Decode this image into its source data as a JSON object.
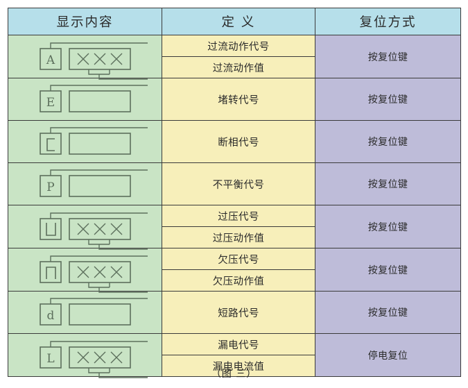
{
  "figure": {
    "caption": "（图 三）"
  },
  "table": {
    "columns": [
      {
        "key": "display",
        "label": "显示内容"
      },
      {
        "key": "definition",
        "label": "定 义"
      },
      {
        "key": "reset",
        "label": "复位方式"
      }
    ],
    "colors": {
      "header_bg": "#b6dfea",
      "display_bg": "#c9e4c5",
      "definition_bg": "#f7efba",
      "reset_bg": "#bebcd9",
      "border": "#3a3a3a",
      "glyph_stroke": "#5c6f5c",
      "text": "#2b2b2b"
    },
    "rows": [
      {
        "glyph": {
          "code": "A",
          "value": "×××",
          "has_value": true,
          "name": "lcd-glyph-overcurrent"
        },
        "definitions": [
          "过流动作代号",
          "过流动作值"
        ],
        "reset": "按复位键"
      },
      {
        "glyph": {
          "code": "E",
          "value": "",
          "has_value": false,
          "name": "lcd-glyph-stall"
        },
        "definitions": [
          "堵转代号"
        ],
        "reset": "按复位键"
      },
      {
        "glyph": {
          "code": "⊏",
          "value": "",
          "has_value": false,
          "name": "lcd-glyph-phase-loss"
        },
        "definitions": [
          "断相代号"
        ],
        "reset": "按复位键"
      },
      {
        "glyph": {
          "code": "P",
          "value": "",
          "has_value": false,
          "name": "lcd-glyph-unbalance"
        },
        "definitions": [
          "不平衡代号"
        ],
        "reset": "按复位键"
      },
      {
        "glyph": {
          "code": "⊔",
          "value": "×××",
          "has_value": true,
          "name": "lcd-glyph-overvoltage"
        },
        "definitions": [
          "过压代号",
          "过压动作值"
        ],
        "reset": "按复位键"
      },
      {
        "glyph": {
          "code": "⊓",
          "value": "×××",
          "has_value": true,
          "name": "lcd-glyph-undervoltage"
        },
        "definitions": [
          "欠压代号",
          "欠压动作值"
        ],
        "reset": "按复位键"
      },
      {
        "glyph": {
          "code": "d",
          "value": "",
          "has_value": false,
          "name": "lcd-glyph-short-circuit"
        },
        "definitions": [
          "短路代号"
        ],
        "reset": "按复位键"
      },
      {
        "glyph": {
          "code": "L",
          "value": "×××",
          "has_value": true,
          "name": "lcd-glyph-earth-leakage"
        },
        "definitions": [
          "漏电代号",
          "漏电电流值"
        ],
        "reset": "停电复位"
      }
    ]
  }
}
